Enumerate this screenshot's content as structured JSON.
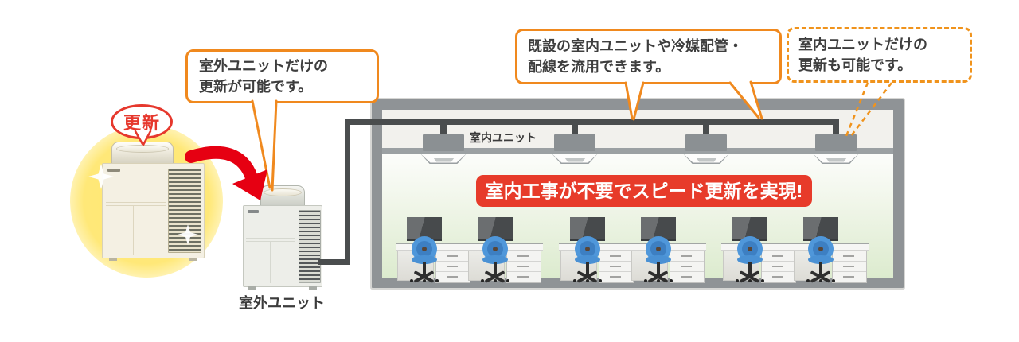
{
  "callouts": {
    "outdoor_only": {
      "line1": "室外ユニットだけの",
      "line2": "更新が可能です。"
    },
    "reuse_existing": {
      "line1": "既設の室内ユニットや冷媒配管・",
      "line2": "配線を流用できます。"
    },
    "indoor_only": {
      "line1": "室内ユニットだけの",
      "line2": "更新も可能です。"
    }
  },
  "badges": {
    "update": "更新"
  },
  "banner": {
    "text": "室内工事が不要でスピード更新を実現!"
  },
  "labels": {
    "indoor_unit": "室内ユニット",
    "outdoor_unit": "室外ユニット"
  },
  "scene": {
    "indoor_unit_count": 4,
    "workstation_count": 6
  },
  "colors": {
    "accent_orange": "#f0891e",
    "badge_red": "#e6382d",
    "arrow_red": "#e60012",
    "banner_red": "#e73b2a",
    "pipe_gray": "#4a4d4e",
    "wall_gray": "#8f9396",
    "chair_blue": "#4f97da",
    "glow_yellow": "#ffe878",
    "room_green": "#dcebce"
  }
}
